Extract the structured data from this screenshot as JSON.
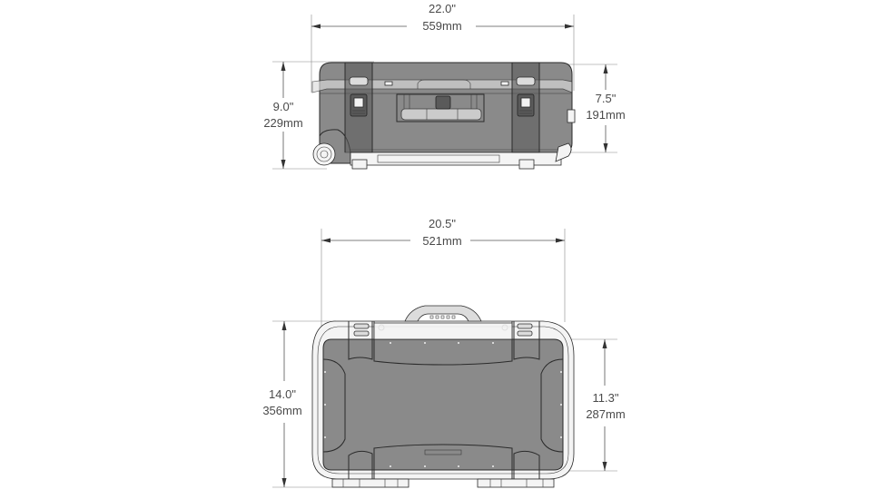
{
  "diagram": {
    "subject": "hard case dimension drawing",
    "colors": {
      "case_fill": "#8a8a8a",
      "outline": "#2b2b2b",
      "dimension_text": "#4a4a4a",
      "background": "#ffffff"
    },
    "front_view": {
      "overall_width": {
        "inches": "22.0\"",
        "mm": "559mm"
      },
      "overall_height": {
        "inches": "9.0\"",
        "mm": "229mm"
      },
      "body_height": {
        "inches": "7.5\"",
        "mm": "191mm"
      }
    },
    "top_view": {
      "body_width": {
        "inches": "20.5\"",
        "mm": "521mm"
      },
      "overall_depth": {
        "inches": "14.0\"",
        "mm": "356mm"
      },
      "lid_depth": {
        "inches": "11.3\"",
        "mm": "287mm"
      }
    }
  }
}
